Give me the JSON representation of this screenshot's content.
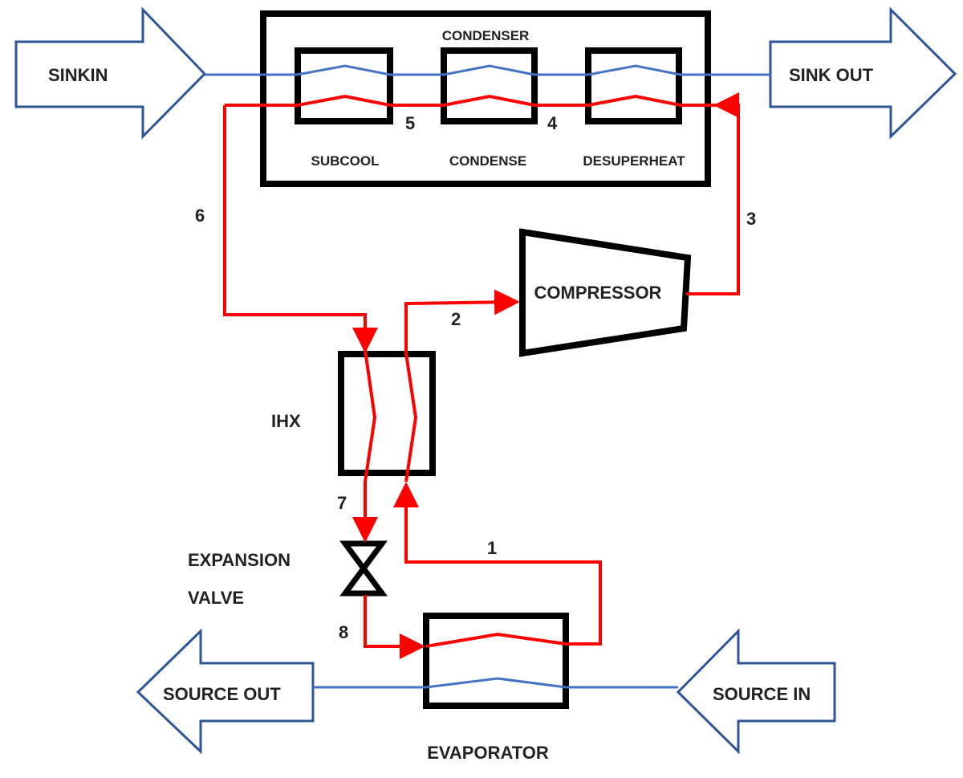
{
  "colors": {
    "refrigerant": "#ff0000",
    "water": "#4472c4",
    "arrow_outline": "#2f5597",
    "equipment": "#000000"
  },
  "arrows": {
    "sink_in": "SINKIN",
    "sink_out": "SINK OUT",
    "source_out": "SOURCE OUT",
    "source_in": "SOURCE IN"
  },
  "condenser": {
    "title": "CONDENSER",
    "sections": [
      "SUBCOOL",
      "CONDENSE",
      "DESUPERHEAT"
    ]
  },
  "components": {
    "compressor": "COMPRESSOR",
    "ihx": "IHX",
    "valve_line1": "EXPANSION",
    "valve_line2": "VALVE",
    "evaporator": "EVAPORATOR"
  },
  "states": [
    "1",
    "2",
    "3",
    "4",
    "5",
    "6",
    "7",
    "8"
  ]
}
